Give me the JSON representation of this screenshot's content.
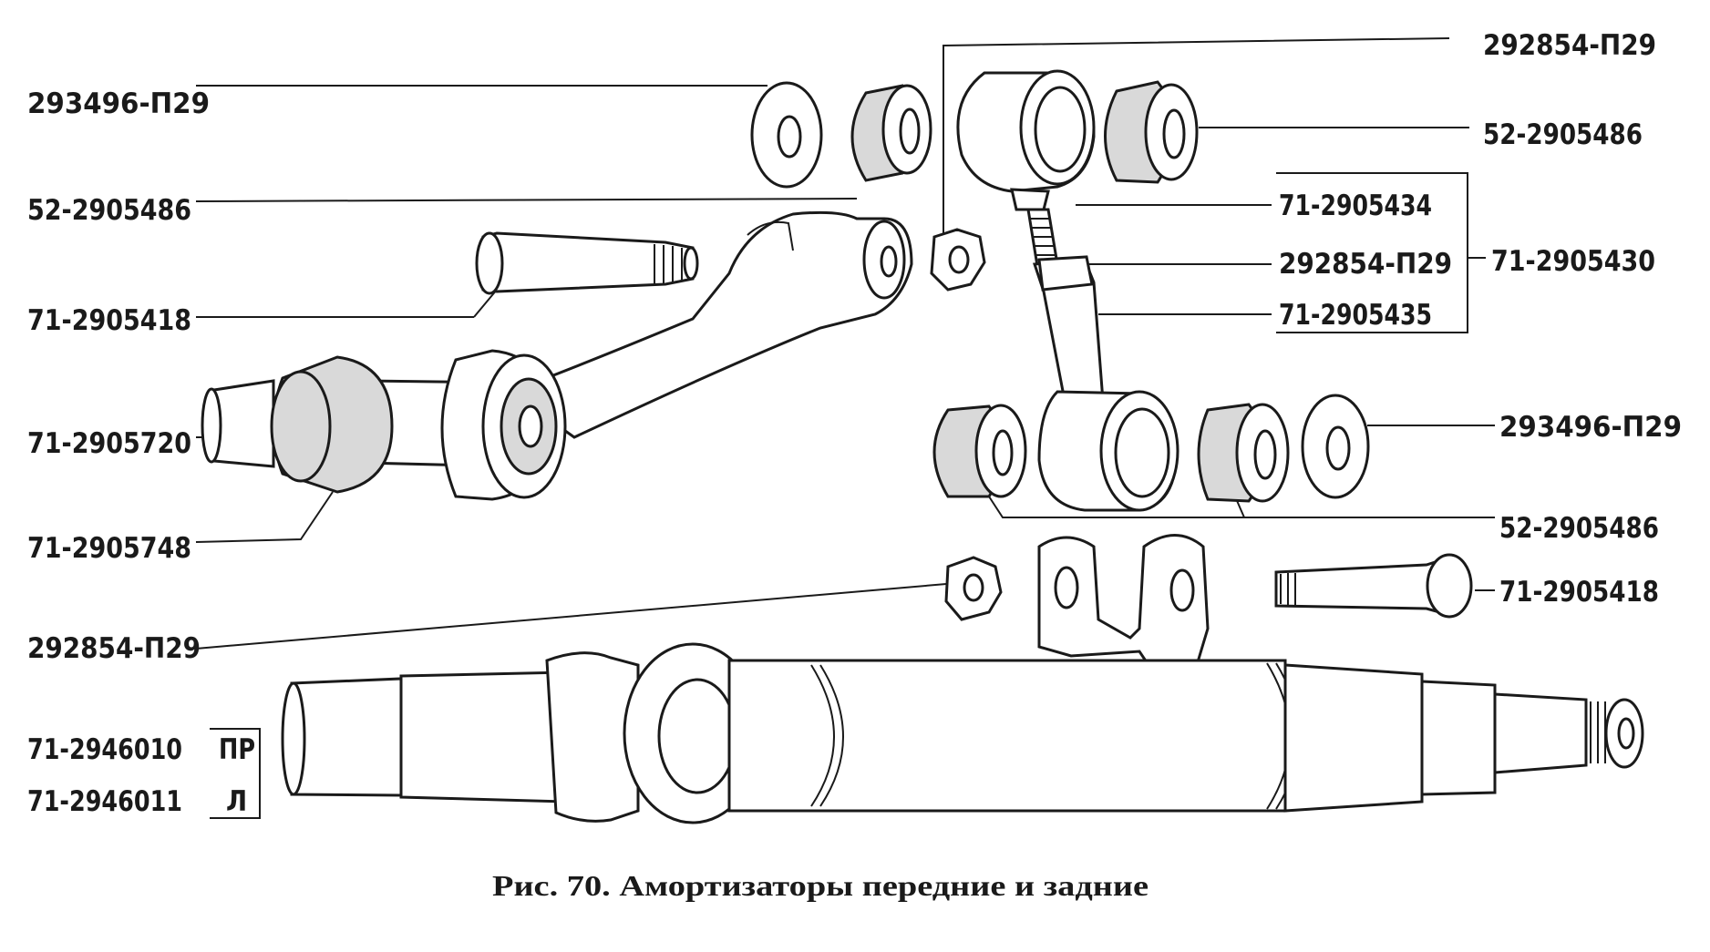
{
  "figure": {
    "caption": "Рис. 70. Амортизаторы передние и задние"
  },
  "callouts": {
    "washer_top_left": "293496-П29",
    "bushing_top_left": "52-2905486",
    "bolt_top_left": "71-2905418",
    "arm_shaft": "71-2905720",
    "arm_bushing": "71-2905748",
    "nut_top": "292854-П29",
    "bushing_top_right": "52-2905486",
    "link_top_eye": "71-2905434",
    "link_nut": "292854-П29",
    "link_bottom_eye": "71-2905435",
    "link_assembly": "71-2905430",
    "washer_right": "293496-П29",
    "bushings_lower": "52-2905486",
    "bolt_lower_right": "71-2905418",
    "nut_lower": "292854-П29",
    "shock_right": "71-2946010",
    "shock_left": "71-2946011"
  },
  "side_marks": {
    "right": "ПР",
    "left": "Л"
  }
}
